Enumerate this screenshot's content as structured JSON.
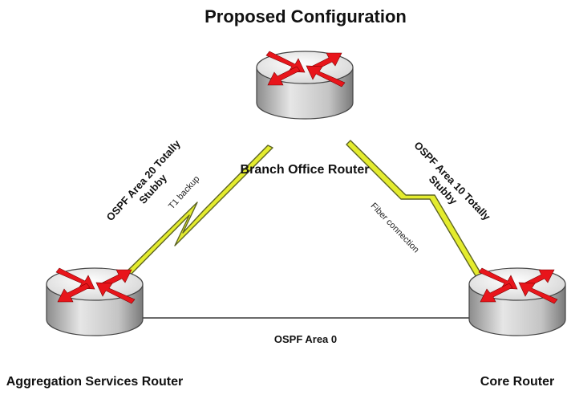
{
  "diagram": {
    "title": "Proposed Configuration",
    "routers": {
      "branch": {
        "label": "Branch Office Router"
      },
      "aggregation": {
        "label": "Aggregation Services Router"
      },
      "core": {
        "label": "Core Router"
      }
    },
    "links": {
      "t1": {
        "label": "T1 backup",
        "area_line1": "OSPF Area 20 Totally",
        "area_line2": "Stubby"
      },
      "fiber": {
        "label": "Fiber connection",
        "area_line1": "OSPF Area 10 Totally",
        "area_line2": "Stubby"
      },
      "base": {
        "area": "OSPF Area 0"
      }
    },
    "colors": {
      "arrow_red": "#e8151b",
      "router_gray": "#d9d9d9",
      "link_lightning": "#e4ec2e",
      "link_olive": "#5d6424"
    }
  }
}
